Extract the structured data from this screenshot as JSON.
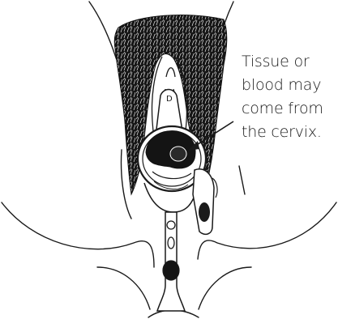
{
  "caption": {
    "lines": [
      "Tissue or",
      "blood may",
      "come from",
      "the cervix."
    ]
  },
  "colors": {
    "ink": "#1a1a1a",
    "background": "#ffffff"
  }
}
